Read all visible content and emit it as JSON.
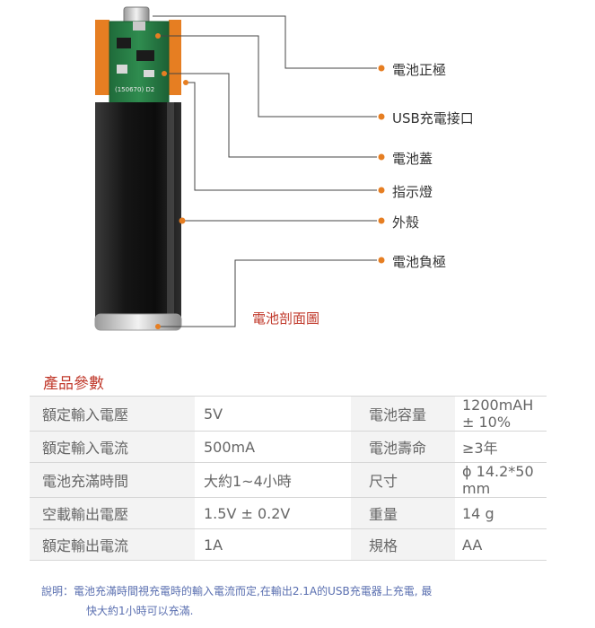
{
  "diagram": {
    "callouts": [
      {
        "label": "電池正極"
      },
      {
        "label": "USB充電接口"
      },
      {
        "label": "電池蓋"
      },
      {
        "label": "指示燈"
      },
      {
        "label": "外殼"
      },
      {
        "label": "電池負極"
      }
    ],
    "caption": "電池剖面圖",
    "pcb_text": "(150670) D2"
  },
  "specs": {
    "title": "產品參數",
    "rows": [
      {
        "k1": "額定輸入電壓",
        "v1": "5V",
        "k2": "電池容量",
        "v2": "1200mAH ± 10%"
      },
      {
        "k1": "額定輸入電流",
        "v1": "500mA",
        "k2": "電池壽命",
        "v2": "≥3年"
      },
      {
        "k1": "電池充滿時間",
        "v1": "大約1~4小時",
        "k2": "尺寸",
        "v2": "ϕ 14.2*50 mm"
      },
      {
        "k1": "空載輸出電壓",
        "v1": "1.5V ± 0.2V",
        "k2": "重量",
        "v2": "14 g"
      },
      {
        "k1": "額定輸出電流",
        "v1": "1A",
        "k2": "規格",
        "v2": "AA"
      }
    ]
  },
  "note": {
    "line1": "說明：電池充滿時間視充電時的輸入電流而定,在輸出2.1A的USB充電器上充電, 最",
    "line2": "快大約1小時可以充滿."
  },
  "colors": {
    "accent": "#e67e22",
    "caption": "#c0392b",
    "note": "#5a6fb0"
  }
}
